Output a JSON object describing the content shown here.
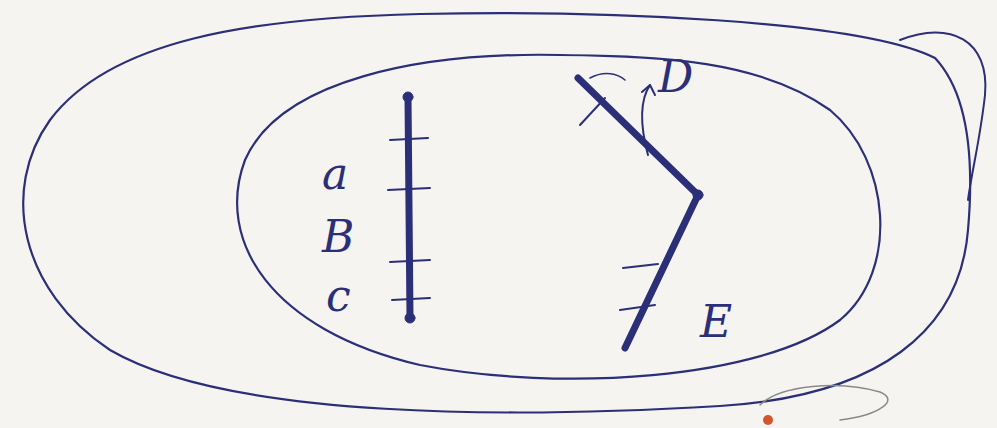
{
  "diagram": {
    "labels": [
      "a",
      "B",
      "c",
      "D",
      "E"
    ]
  }
}
